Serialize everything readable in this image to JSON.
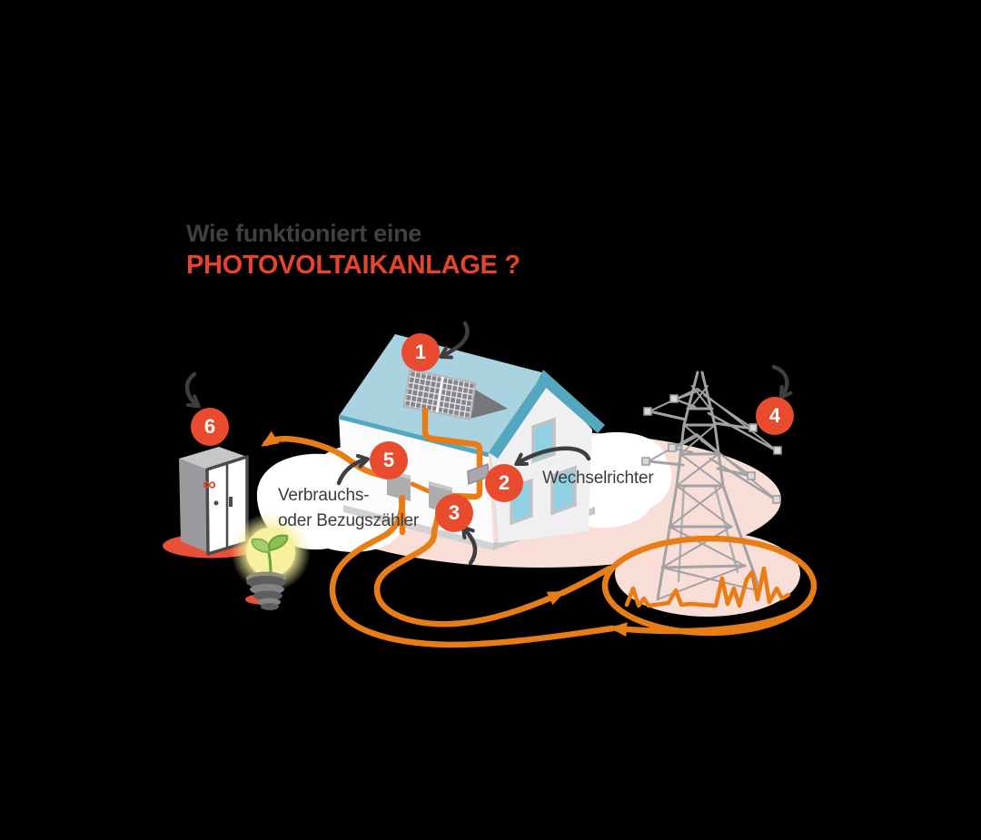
{
  "title": {
    "line1": "Wie funktioniert eine",
    "line2": "PHOTOVOLTAIKANLAGE ?"
  },
  "callouts": {
    "inverter_label": "Wechselrichter",
    "meter_label_line1": "Verbrauchs-",
    "meter_label_line2": "oder Bezugszähler"
  },
  "badges": [
    {
      "number": "1"
    },
    {
      "number": "2"
    },
    {
      "number": "3"
    },
    {
      "number": "4"
    },
    {
      "number": "5"
    },
    {
      "number": "6"
    }
  ],
  "icons": {
    "battery_cabinet_symbol": "∞",
    "solar_panel": "solar-panel-icon",
    "power_pylon": "power-pylon-icon",
    "light_bulb": "light-bulb-icon",
    "battery_cabinet": "battery-cabinet-icon"
  },
  "colors": {
    "background": "#000000",
    "badge_red": "#e94b2e",
    "title_orange": "#e8432b",
    "wire_orange": "#e87d15",
    "roof_blue": "#a9d3e0",
    "roof_teal": "#53a7bf",
    "wall_white": "#fbfbfc",
    "gable_white": "#f0f0f3",
    "window_blue": "#8fd0e2",
    "shadow_pink": "#f9ddd7",
    "shadow_red": "#e8503a",
    "pylon_gray": "#a2a2a4",
    "arrow_dark": "#3e3e40"
  }
}
